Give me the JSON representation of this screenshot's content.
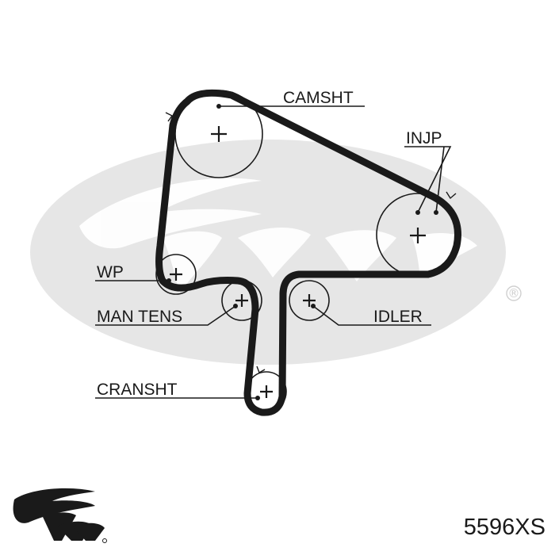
{
  "diagram": {
    "labels": {
      "camshaft": "CAMSHT",
      "injection_pump": "INJP",
      "water_pump": "WP",
      "manual_tensioner": "MAN TENS",
      "idler": "IDLER",
      "crankshaft": "CRANSHT"
    },
    "part_number": "5596XS",
    "registered_mark": "®"
  },
  "colors": {
    "watermark": "#e6e6e6",
    "belt": "#1a1a1a",
    "ink": "#1a1a1a"
  },
  "icons": {
    "watermark": "gates-oval-logo-watermark",
    "brand": "gates-logo"
  }
}
